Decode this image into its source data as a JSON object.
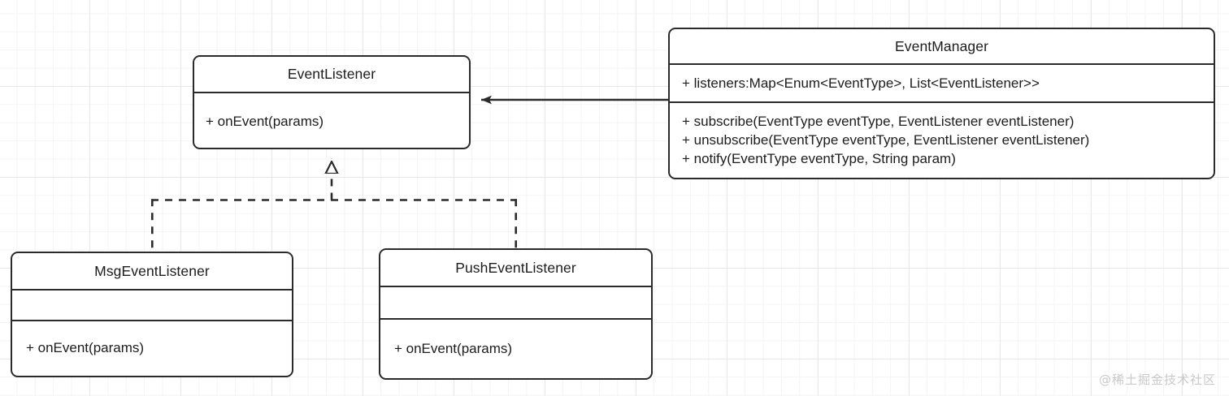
{
  "diagram": {
    "type": "uml-class-diagram",
    "title": "",
    "watermark": "@稀土掘金技术社区",
    "stroke_color": "#2b2b2b",
    "background_color": "#ffffff",
    "grid_color": "#e8e8e8",
    "classes": [
      {
        "id": "event-listener",
        "name": "EventListener",
        "attributes": [],
        "methods": [
          "+ onEvent(params)"
        ]
      },
      {
        "id": "event-manager",
        "name": "EventManager",
        "attributes": [
          "+ listeners:Map<Enum<EventType>, List<EventListener>>"
        ],
        "methods": [
          "+ subscribe(EventType eventType, EventListener eventListener)",
          "+ unsubscribe(EventType eventType, EventListener eventListener)",
          "+ notify(EventType eventType, String param)"
        ]
      },
      {
        "id": "msg-event-listener",
        "name": "MsgEventListener",
        "attributes": [],
        "methods": [
          "+ onEvent(params)"
        ]
      },
      {
        "id": "push-event-listener",
        "name": "PushEventListener",
        "attributes": [],
        "methods": [
          "+ onEvent(params)"
        ]
      }
    ],
    "relationships": [
      {
        "id": "manager-to-listener",
        "kind": "association",
        "line": "solid",
        "arrowhead": "filled-arrow",
        "from": "EventManager",
        "to": "EventListener",
        "label": ""
      },
      {
        "id": "msg-realizes-listener",
        "kind": "realization",
        "line": "dashed",
        "arrowhead": "hollow-triangle",
        "from": "MsgEventListener",
        "to": "EventListener",
        "label": ""
      },
      {
        "id": "push-realizes-listener",
        "kind": "realization",
        "line": "dashed",
        "arrowhead": "hollow-triangle",
        "from": "PushEventListener",
        "to": "EventListener",
        "label": ""
      }
    ]
  }
}
